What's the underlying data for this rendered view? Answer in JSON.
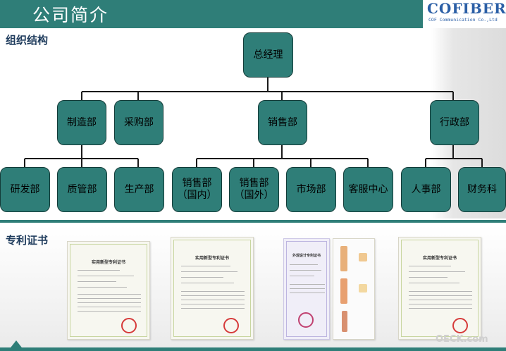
{
  "header": {
    "title": "公司简介"
  },
  "logo": {
    "name": "COFIBER",
    "subtitle": "COF Communication Co.,Ltd"
  },
  "sections": {
    "org_label": "组织结构",
    "patent_label": "专利证书"
  },
  "org_chart": {
    "root": "总经理",
    "departments": [
      {
        "label": "制造部",
        "children": [
          "研发部",
          "质管部",
          "生产部"
        ]
      },
      {
        "label": "采购部",
        "children": []
      },
      {
        "label": "销售部",
        "children": [
          "销售部\n（国内）",
          "销售部\n（国外）",
          "市场部",
          "客服中心"
        ]
      },
      {
        "label": "行政部",
        "children": [
          "人事部",
          "财务科"
        ]
      }
    ]
  },
  "certificates": [
    {
      "title": "实用新型专利证书"
    },
    {
      "title": "实用新型专利证书"
    },
    {
      "title": "外观设计专利证书"
    },
    {
      "title": "实用新型专利证书"
    }
  ],
  "watermark": "OECK.com",
  "colors": {
    "node_fill": "#2f7e78",
    "node_border": "#133b38",
    "line": "#1a1a1a",
    "brand": "#2b5fa6"
  }
}
